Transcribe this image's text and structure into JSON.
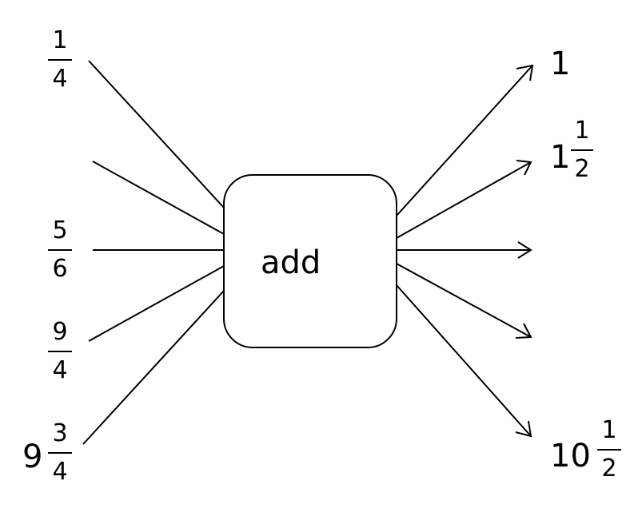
{
  "operation": {
    "label": "add"
  },
  "inputs": [
    {
      "whole": "",
      "numerator": "1",
      "denominator": "4"
    },
    {
      "whole": "",
      "numerator": "",
      "denominator": ""
    },
    {
      "whole": "",
      "numerator": "5",
      "denominator": "6"
    },
    {
      "whole": "",
      "numerator": "9",
      "denominator": "4"
    },
    {
      "whole": "9",
      "numerator": "3",
      "denominator": "4"
    }
  ],
  "outputs": [
    {
      "whole": "1",
      "numerator": "",
      "denominator": ""
    },
    {
      "whole": "1",
      "numerator": "1",
      "denominator": "2"
    },
    {
      "whole": "",
      "numerator": "",
      "denominator": ""
    },
    {
      "whole": "",
      "numerator": "",
      "denominator": ""
    },
    {
      "whole": "10",
      "numerator": "1",
      "denominator": "2"
    }
  ]
}
